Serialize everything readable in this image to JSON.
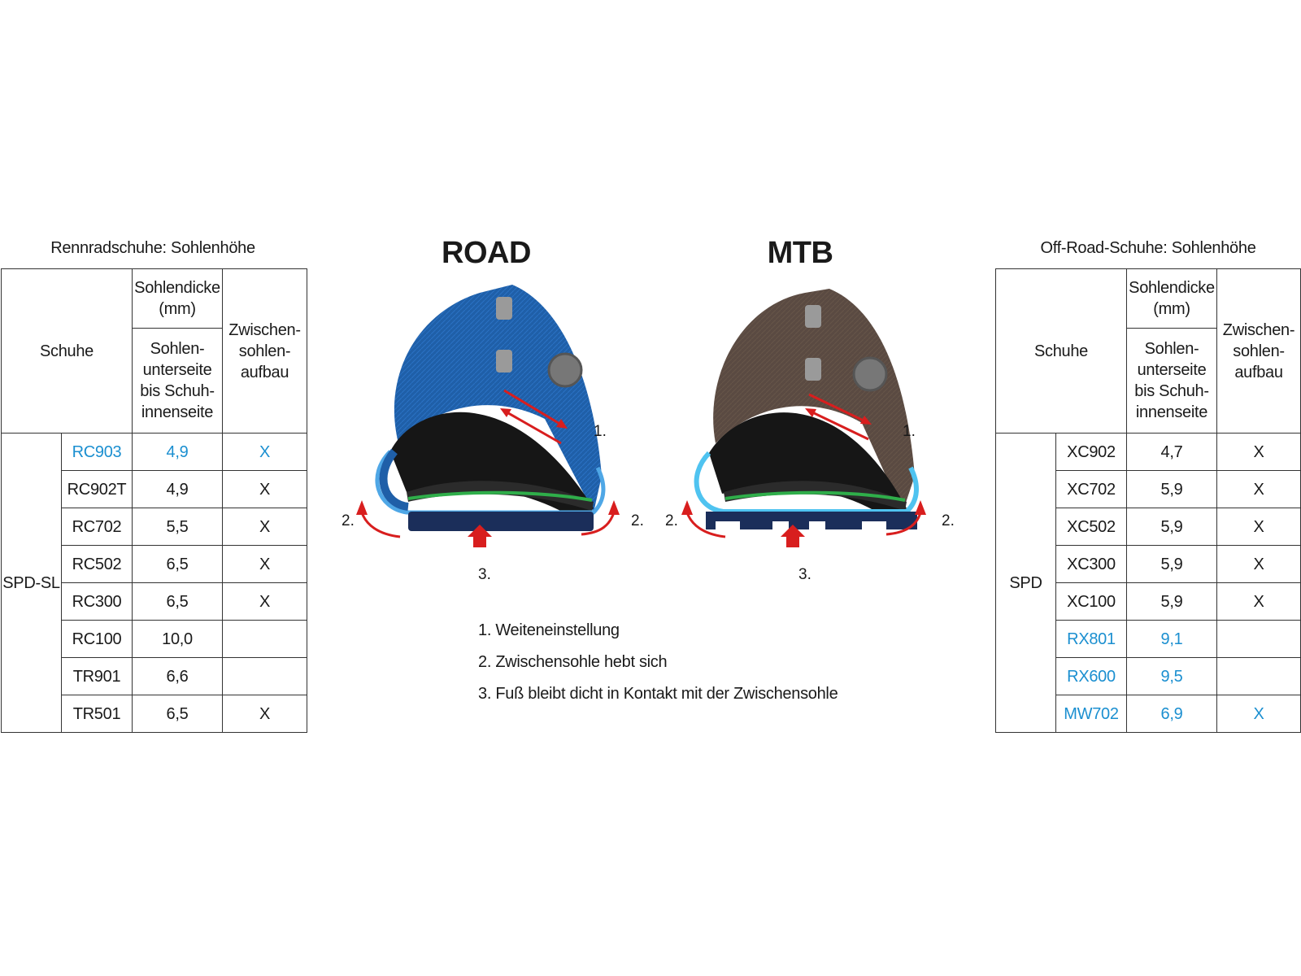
{
  "left": {
    "caption": "Rennradschuhe: Sohlenhöhe",
    "header": {
      "shoes": "Schuhe",
      "thickness": "Sohlendicke (mm)",
      "thickness_sub": "Sohlen-unterseite bis Schuh-innenseite",
      "midsole": "Zwischen-sohlen-aufbau"
    },
    "group": "SPD-SL",
    "rows": [
      {
        "model": "RC903",
        "value": "4,9",
        "mark": "X",
        "highlight": true
      },
      {
        "model": "RC902T",
        "value": "4,9",
        "mark": "X",
        "highlight": false
      },
      {
        "model": "RC702",
        "value": "5,5",
        "mark": "X",
        "highlight": false
      },
      {
        "model": "RC502",
        "value": "6,5",
        "mark": "X",
        "highlight": false
      },
      {
        "model": "RC300",
        "value": "6,5",
        "mark": "X",
        "highlight": false
      },
      {
        "model": "RC100",
        "value": "10,0",
        "mark": "",
        "highlight": false
      },
      {
        "model": "TR901",
        "value": "6,6",
        "mark": "",
        "highlight": false
      },
      {
        "model": "TR501",
        "value": "6,5",
        "mark": "X",
        "highlight": false
      }
    ]
  },
  "right": {
    "caption": "Off-Road-Schuhe: Sohlenhöhe",
    "header": {
      "shoes": "Schuhe",
      "thickness": "Sohlendicke (mm)",
      "thickness_sub": "Sohlen-unterseite bis Schuh-innenseite",
      "midsole": "Zwischen-sohlen-aufbau"
    },
    "group": "SPD",
    "rows": [
      {
        "model": "XC902",
        "value": "4,7",
        "mark": "X",
        "highlight": false
      },
      {
        "model": "XC702",
        "value": "5,9",
        "mark": "X",
        "highlight": false
      },
      {
        "model": "XC502",
        "value": "5,9",
        "mark": "X",
        "highlight": false
      },
      {
        "model": "XC300",
        "value": "5,9",
        "mark": "X",
        "highlight": false
      },
      {
        "model": "XC100",
        "value": "5,9",
        "mark": "X",
        "highlight": false
      },
      {
        "model": "RX801",
        "value": "9,1",
        "mark": "",
        "highlight": true
      },
      {
        "model": "RX600",
        "value": "9,5",
        "mark": "",
        "highlight": true
      },
      {
        "model": "MW702",
        "value": "6,9",
        "mark": "X",
        "highlight": true
      }
    ]
  },
  "illustration": {
    "road_title": "ROAD",
    "mtb_title": "MTB",
    "label_1": "1.",
    "label_2": "2.",
    "label_3": "3."
  },
  "legend": [
    "1. Weiteneinstellung",
    "2. Zwischensohle hebt sich",
    "3. Fuß bleibt dicht in Kontakt mit der Zwischensohle"
  ],
  "colors": {
    "highlight": "#1b8fd0",
    "road_upper": "#1f5fa8",
    "mtb_upper": "#5a4a42",
    "midsole_line": "#2fae4a",
    "arrow": "#d81e1e"
  }
}
